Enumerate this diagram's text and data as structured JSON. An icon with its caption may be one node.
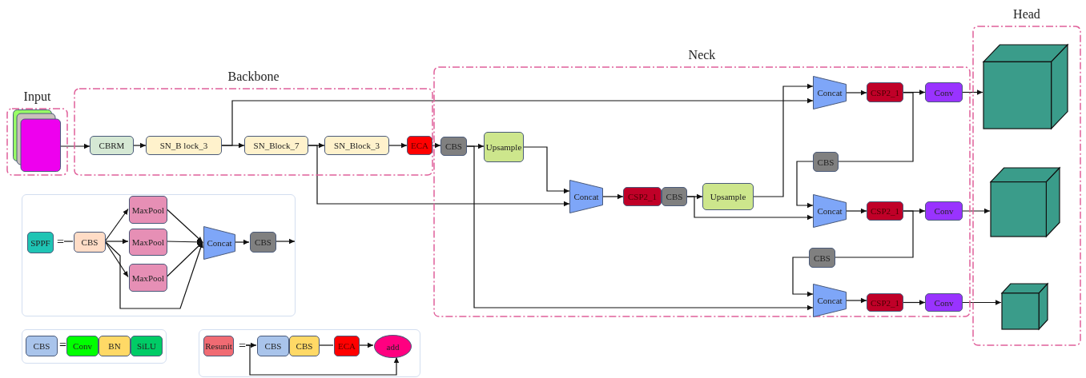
{
  "diagram": {
    "nodes": [
      {
        "text": [
          "Input"
        ]
      },
      {
        "text": [],
        "shape": "box",
        "in": 0
      },
      {
        "text": [
          "Backbone"
        ]
      },
      {
        "text": [
          "CBRM"
        ],
        "in": 2
      },
      {
        "text": [
          "SN_B lock_3"
        ],
        "in": 2
      },
      {
        "text": [
          "SN_Block_7"
        ],
        "in": 2
      },
      {
        "text": [
          "SN_Block_3"
        ],
        "in": 2
      },
      {
        "text": [
          "ECA"
        ],
        "in": 2
      },
      {
        "text": [
          "Neck"
        ]
      },
      {
        "text": [
          "CBS"
        ],
        "in": 8
      },
      {
        "text": [
          "Upsample"
        ],
        "in": 8
      },
      {
        "text": [
          "Concat"
        ],
        "in": 8
      },
      {
        "text": [
          "CSP2_1"
        ],
        "in": 8
      },
      {
        "text": [
          "CBS"
        ],
        "in": 8
      },
      {
        "text": [
          "Upsample"
        ],
        "in": 8
      },
      {
        "text": [
          "Concat"
        ],
        "in": 8
      },
      {
        "text": [
          "CSP2_1"
        ],
        "in": 8
      },
      {
        "text": [
          "Conv"
        ],
        "in": 8
      },
      {
        "text": [
          "CBS"
        ],
        "in": 8
      },
      {
        "text": [
          "Concat"
        ],
        "in": 8
      },
      {
        "text": [
          "CSP2_1"
        ],
        "in": 8
      },
      {
        "text": [
          "Conv"
        ],
        "in": 8
      },
      {
        "text": [
          "CBS"
        ],
        "in": 8
      },
      {
        "text": [
          "Concat"
        ],
        "in": 8
      },
      {
        "text": [
          "CSP2_1"
        ],
        "in": 8
      },
      {
        "text": [
          "Conv"
        ],
        "in": 8
      },
      {
        "text": [
          "Head"
        ]
      },
      {
        "text": [],
        "shape": "cube",
        "in": 26
      },
      {
        "text": [],
        "shape": "cube",
        "in": 26
      },
      {
        "text": [],
        "shape": "cube",
        "in": 26
      },
      {
        "text": [],
        "shape": "box"
      },
      {
        "text": [
          "SPPF"
        ],
        "in": 30
      },
      {
        "text": [
          "CBS"
        ],
        "in": 30
      },
      {
        "text": [
          "MaxPool"
        ],
        "in": 30
      },
      {
        "text": [
          "MaxPool"
        ],
        "in": 30
      },
      {
        "text": [
          "MaxPool"
        ],
        "in": 30
      },
      {
        "text": [
          "Concat"
        ],
        "in": 30
      },
      {
        "text": [
          "CBS"
        ],
        "in": 30
      },
      {
        "text": [],
        "shape": "box"
      },
      {
        "text": [
          "CBS"
        ],
        "in": 38
      },
      {
        "text": [
          "Conv"
        ],
        "in": 38
      },
      {
        "text": [
          "BN"
        ],
        "in": 38
      },
      {
        "text": [
          "SiLU"
        ],
        "in": 38
      },
      {
        "text": [],
        "shape": "box"
      },
      {
        "text": [
          "Resunit"
        ],
        "in": 43
      },
      {
        "text": [
          "CBS"
        ],
        "in": 43
      },
      {
        "text": [
          "CBS"
        ],
        "in": 43
      },
      {
        "text": [
          "ECA"
        ],
        "in": 43
      },
      {
        "text": [
          "add"
        ],
        "in": 43
      },
      {
        "text": [
          "="
        ],
        "in": 30
      },
      {
        "text": [
          "="
        ],
        "in": 43
      }
    ],
    "edges": [
      {
        "from": 1,
        "to": 3,
        "arrow": "to"
      },
      {
        "from": 3,
        "to": 4,
        "arrow": "to"
      },
      {
        "from": 4,
        "to": 5,
        "arrow": "to"
      },
      {
        "from": 4,
        "to": 15,
        "arrow": "to"
      },
      {
        "from": 5,
        "to": 6,
        "arrow": "to"
      },
      {
        "from": 5,
        "to": 11,
        "arrow": "to"
      },
      {
        "from": 6,
        "to": 7,
        "arrow": "to"
      },
      {
        "from": 7,
        "to": 9,
        "arrow": "to"
      },
      {
        "from": 9,
        "to": 10,
        "arrow": "to"
      },
      {
        "from": 9,
        "to": 23,
        "arrow": "to"
      },
      {
        "from": 10,
        "to": 11,
        "arrow": "to"
      },
      {
        "from": 11,
        "to": 12,
        "arrow": "to"
      },
      {
        "from": 13,
        "to": 14,
        "arrow": "to"
      },
      {
        "from": 13,
        "to": 19,
        "arrow": "to"
      },
      {
        "from": 14,
        "to": 15,
        "arrow": "to"
      },
      {
        "from": 15,
        "to": 16,
        "arrow": "to"
      },
      {
        "from": 16,
        "to": 17,
        "arrow": "to"
      },
      {
        "from": 16,
        "to": 18,
        "arrow": "none"
      },
      {
        "from": 18,
        "to": 19,
        "arrow": "to"
      },
      {
        "from": 19,
        "to": 20,
        "arrow": "to"
      },
      {
        "from": 20,
        "to": 21,
        "arrow": "to"
      },
      {
        "from": 20,
        "to": 22,
        "arrow": "none"
      },
      {
        "from": 22,
        "to": 23,
        "arrow": "to"
      },
      {
        "from": 23,
        "to": 24,
        "arrow": "to"
      },
      {
        "from": 24,
        "to": 25,
        "arrow": "to"
      },
      {
        "from": 17,
        "to": 27,
        "arrow": "to"
      },
      {
        "from": 21,
        "to": 28,
        "arrow": "to"
      },
      {
        "from": 25,
        "to": 29,
        "arrow": "to"
      },
      {
        "from": 49,
        "to": 32,
        "arrow": "none"
      },
      {
        "from": 32,
        "to": 33,
        "arrow": "to"
      },
      {
        "from": 32,
        "to": 34,
        "arrow": "to"
      },
      {
        "from": 32,
        "to": 35,
        "arrow": "to"
      },
      {
        "from": 32,
        "to": 36,
        "arrow": "to"
      },
      {
        "from": 33,
        "to": 36,
        "arrow": "to"
      },
      {
        "from": 34,
        "to": 36,
        "arrow": "to"
      },
      {
        "from": 35,
        "to": 36,
        "arrow": "to"
      },
      {
        "from": 36,
        "to": 37,
        "arrow": "to"
      },
      {
        "from": 37,
        "to": null,
        "arrow": "to"
      },
      {
        "from": 50,
        "to": 45,
        "arrow": "to"
      },
      {
        "from": 50,
        "to": 48,
        "arrow": "to"
      },
      {
        "from": 46,
        "to": 47,
        "arrow": "none"
      },
      {
        "from": 47,
        "to": 48,
        "arrow": "to"
      }
    ],
    "labels": [
      "="
    ]
  }
}
